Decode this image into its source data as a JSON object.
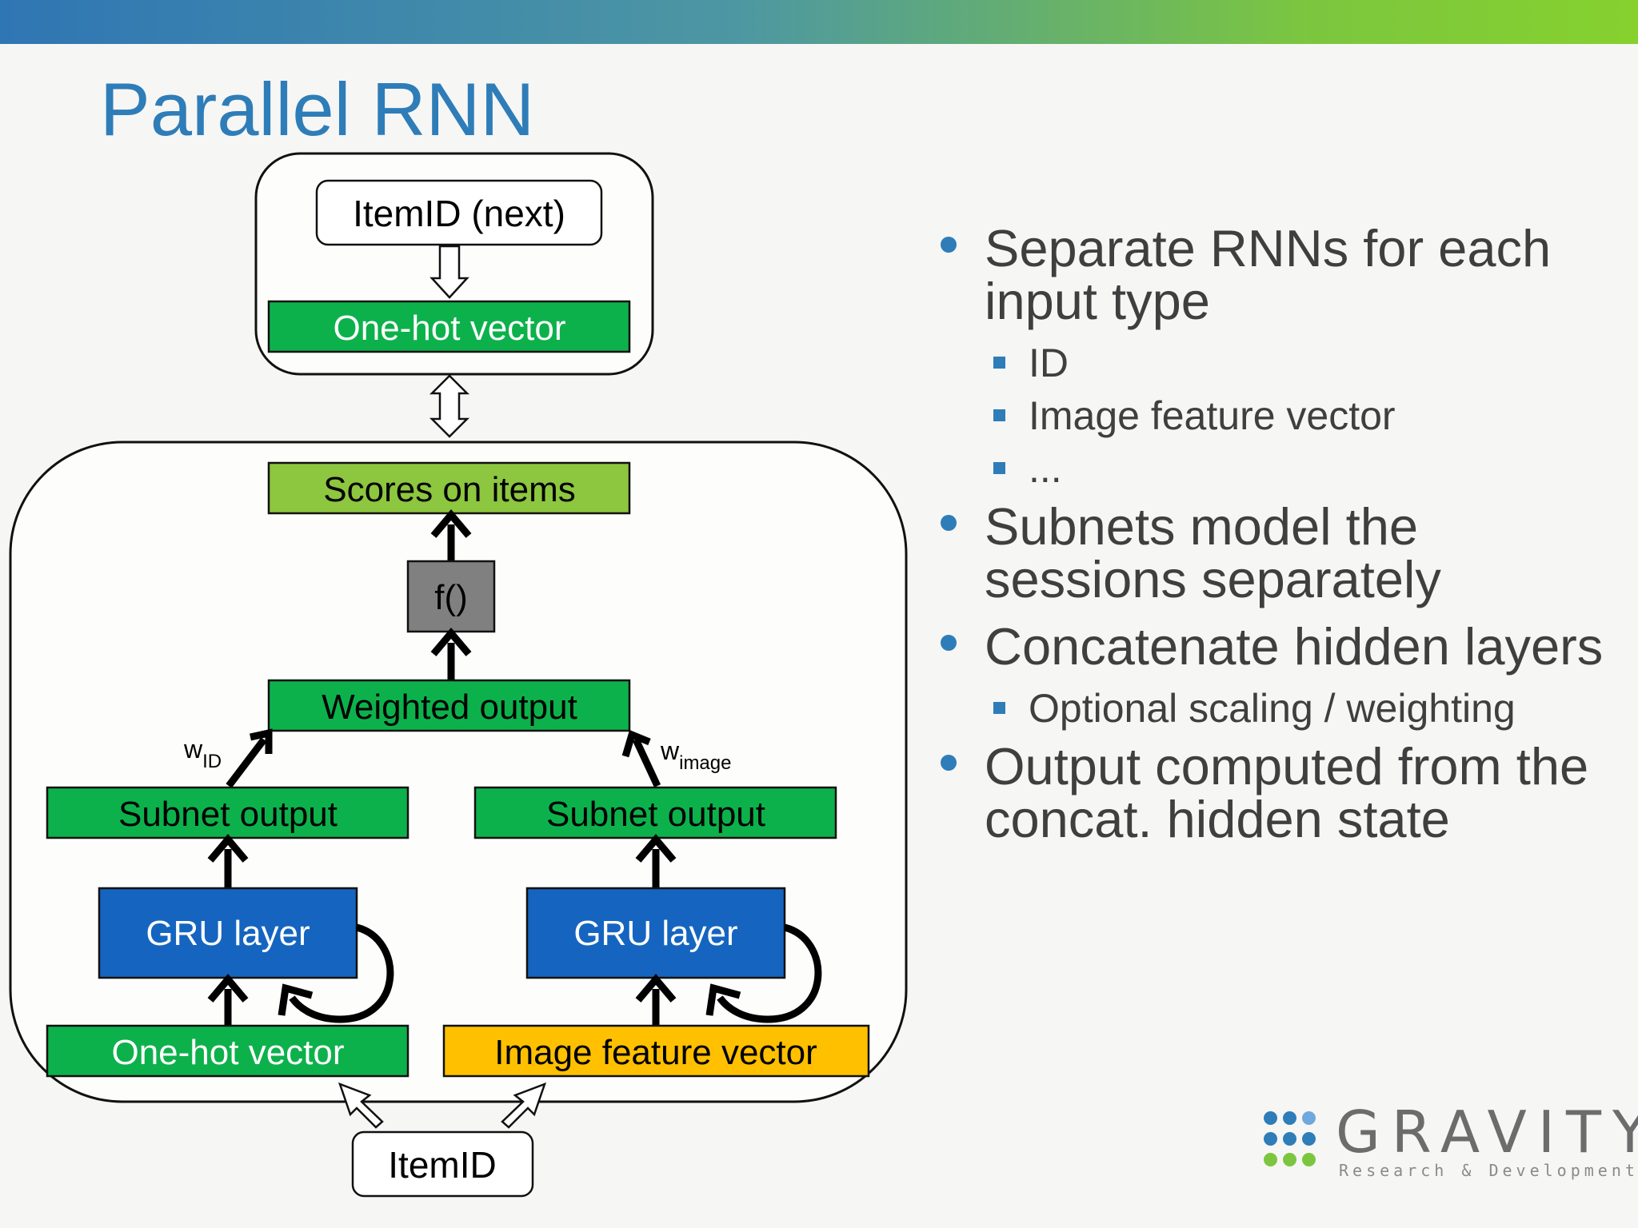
{
  "slide": {
    "title": "Parallel RNN",
    "bullets": [
      {
        "text": "Separate RNNs for each input type",
        "sub": [
          "ID",
          "Image feature vector",
          "..."
        ]
      },
      {
        "text": "Subnets model the sessions separately",
        "sub": []
      },
      {
        "text": "Concatenate hidden layers",
        "sub": [
          "Optional scaling / weighting"
        ]
      },
      {
        "text": "Output computed from the concat. hidden state",
        "sub": []
      }
    ]
  },
  "diagram": {
    "top_input": "ItemID (next)",
    "top_onehot": "One-hot vector",
    "scores": "Scores on items",
    "func": "f()",
    "weighted": "Weighted output",
    "w_id_base": "w",
    "w_id_sub": "ID",
    "w_image_base": "w",
    "w_image_sub": "image",
    "subnet_left": "Subnet output",
    "subnet_right": "Subnet output",
    "gru_left": "GRU layer",
    "gru_right": "GRU layer",
    "onehot_bottom": "One-hot vector",
    "image_feature": "Image feature vector",
    "item_id": "ItemID"
  },
  "colors": {
    "title": "#2e7db8",
    "green_dark": "#0db14b",
    "green_light": "#8dc63f",
    "gru_blue": "#1565c0",
    "func_gray": "#808080",
    "yellow": "#ffc000"
  },
  "logo": {
    "word": "GRAVITY",
    "sub": "Research & Development",
    "dot_colors": [
      "#2e7db8",
      "#2e7db8",
      "#6fa8dc",
      "#2e7db8",
      "#2e7db8",
      "#2e7db8",
      "#7cc63f",
      "#7cc63f",
      "#7cc63f"
    ]
  }
}
